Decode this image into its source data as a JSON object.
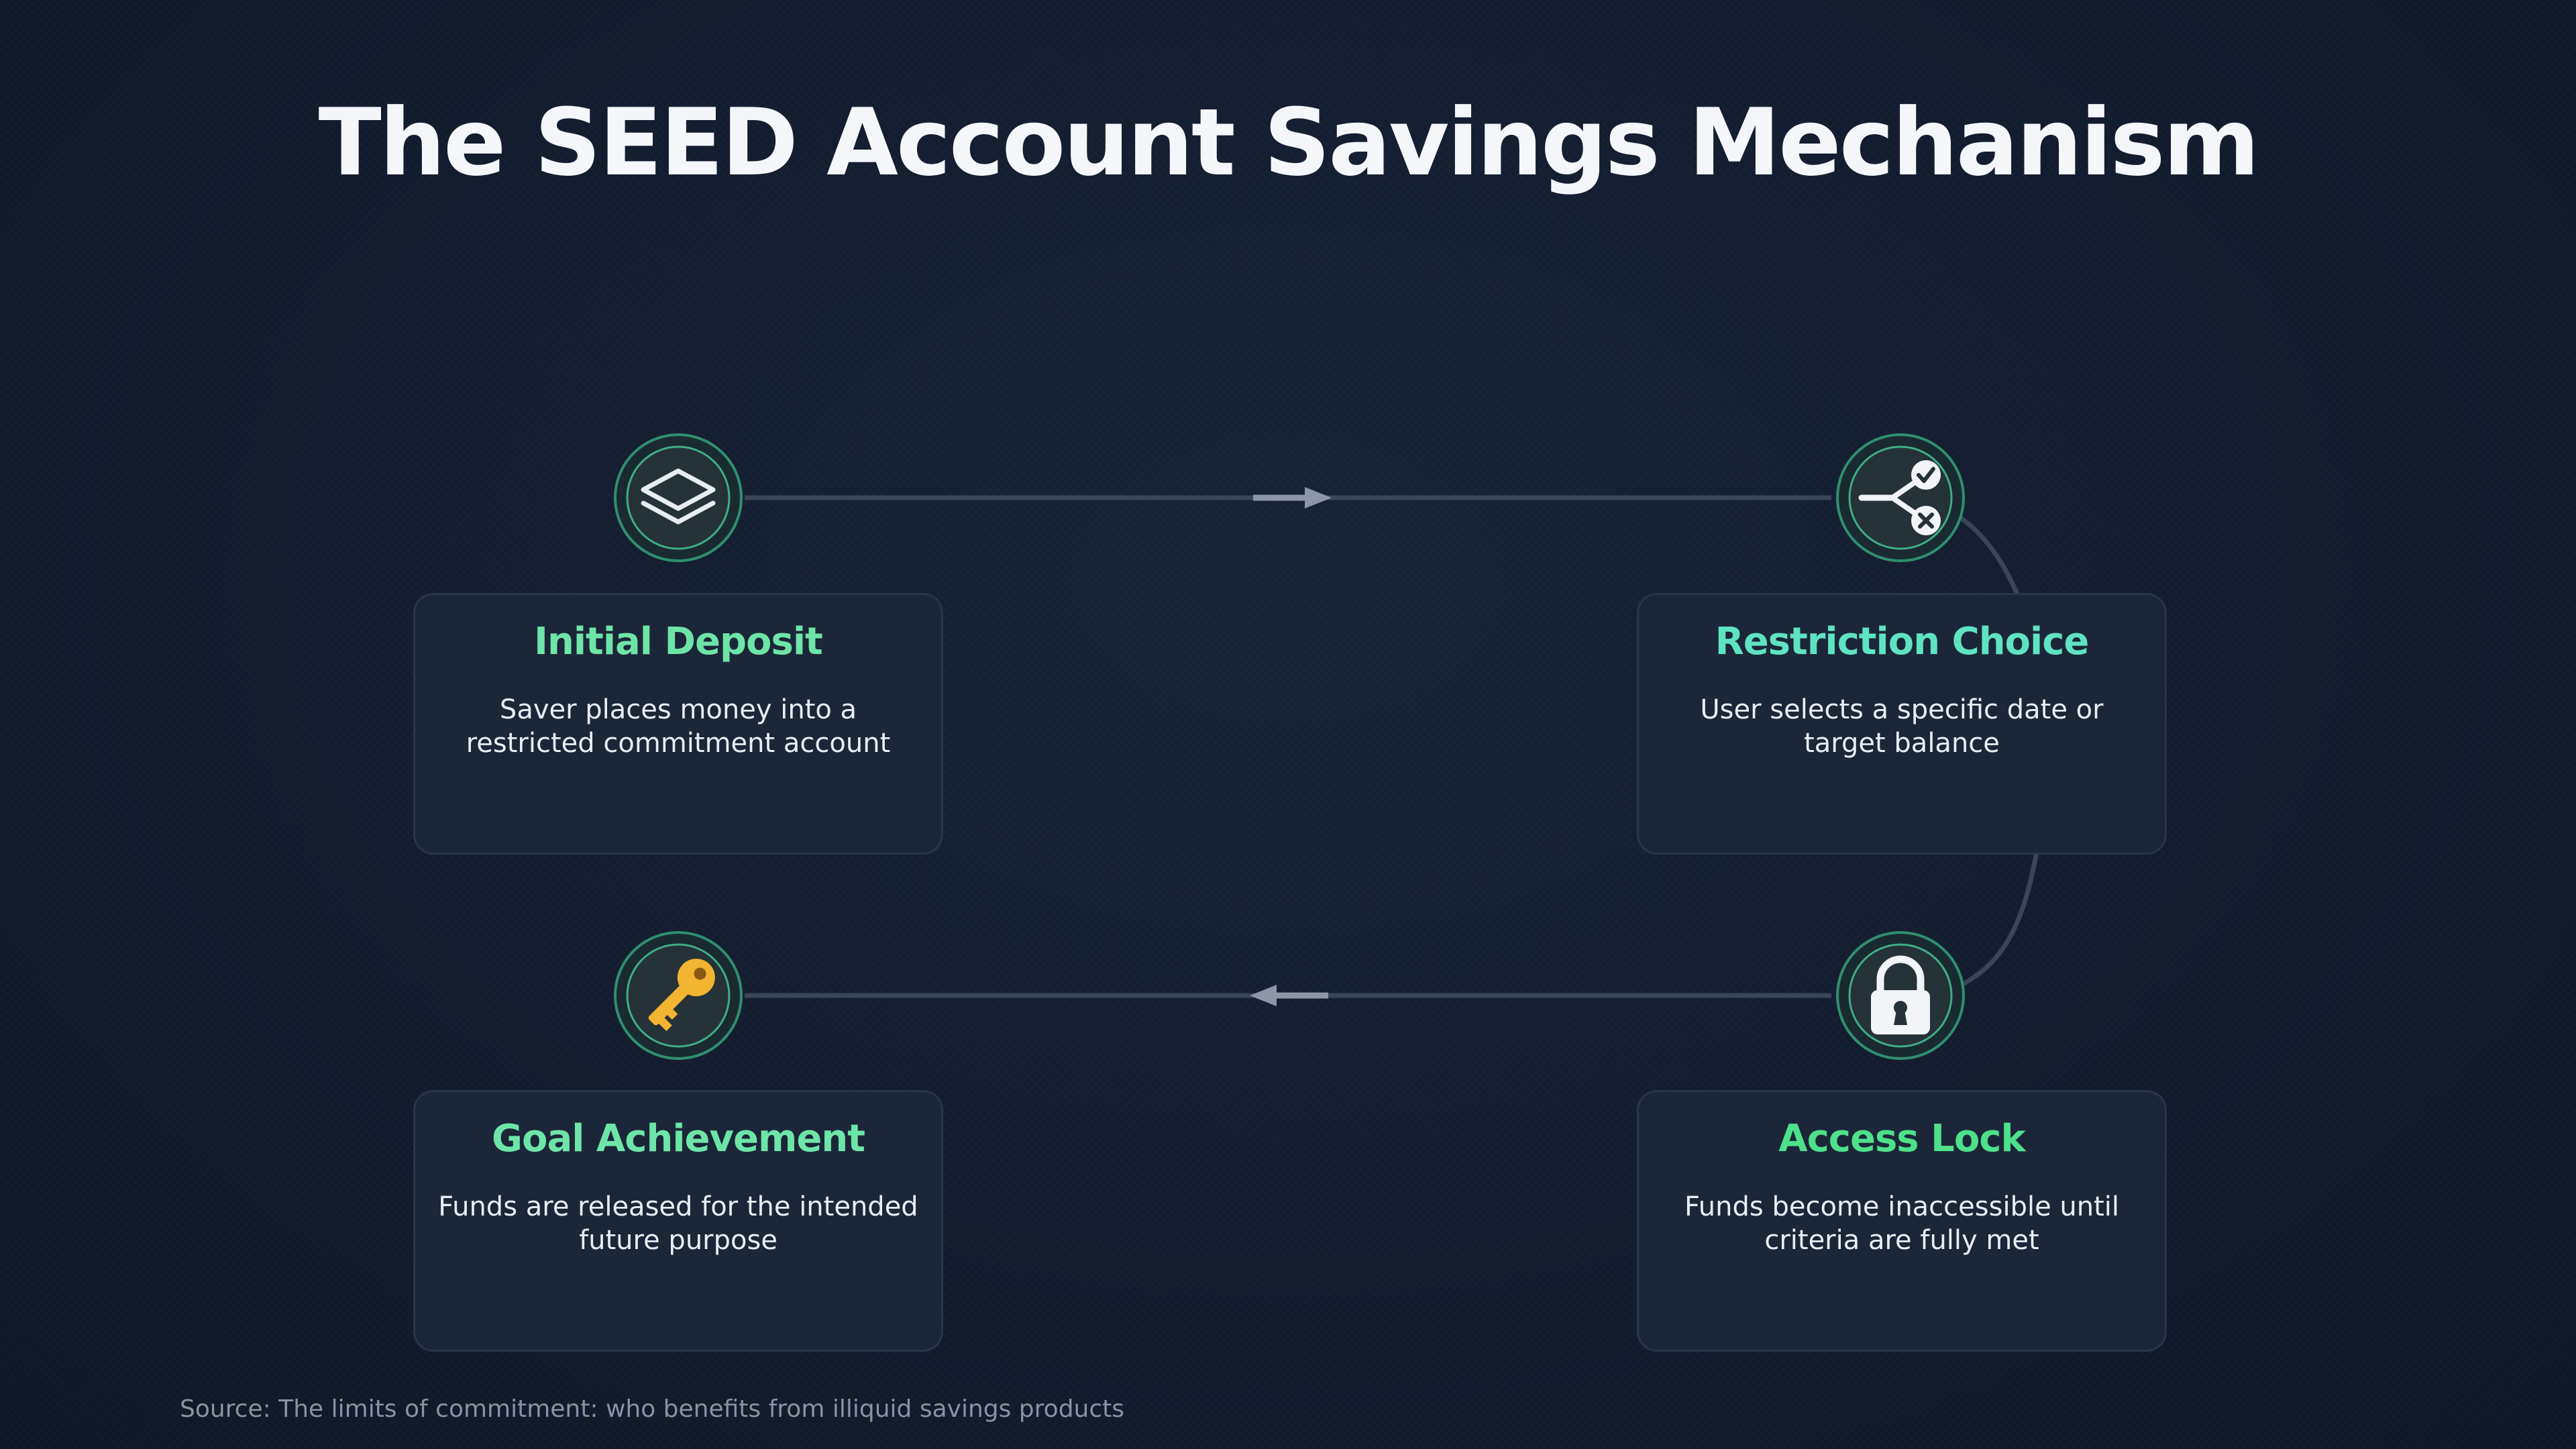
{
  "title": "The SEED Account Savings Mechanism",
  "colors": {
    "background": "#121b2d",
    "card": "#1c2639",
    "accent_green": "#4ee08a",
    "accent_teal": "#5fe3c0",
    "connector": "#3a4558",
    "arrow": "#8c96a6",
    "key": "#f2b431"
  },
  "steps": [
    {
      "title": "Initial Deposit",
      "text": "Saver places money into a restricted commitment account",
      "icon": "layers-icon",
      "title_color": "#6ee5a8"
    },
    {
      "title": "Restriction Choice",
      "text": "User selects a specific date or target balance",
      "icon": "branch-choice-icon",
      "title_color": "#5fe3c0"
    },
    {
      "title": "Access Lock",
      "text": "Funds become inaccessible until criteria are fully met",
      "icon": "padlock-icon",
      "title_color": "#4ee08a"
    },
    {
      "title": "Goal Achievement",
      "text": "Funds are released for the intended future purpose",
      "icon": "key-icon",
      "title_color": "#6ee5a8"
    }
  ],
  "source": "Source: The limits of commitment: who benefits from illiquid savings products"
}
